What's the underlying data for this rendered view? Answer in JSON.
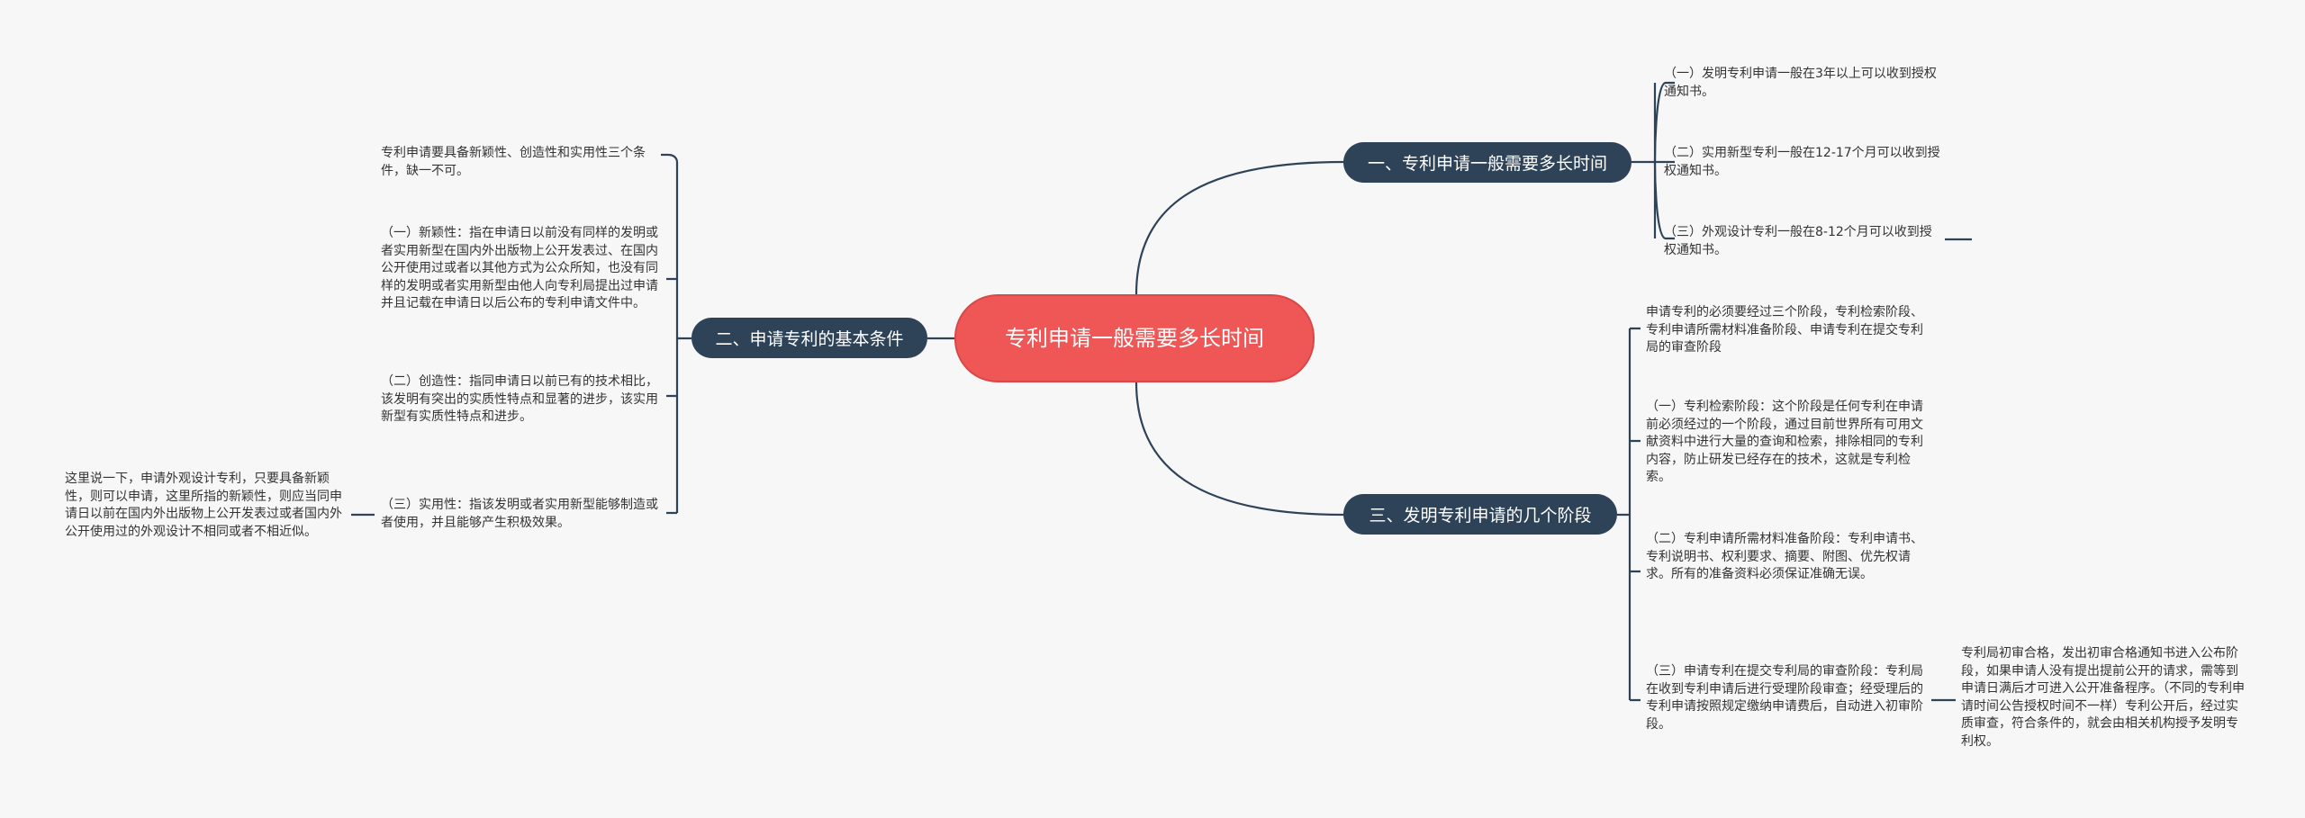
{
  "root": {
    "title": "专利申请一般需要多长时间"
  },
  "branches": [
    {
      "label": "一、专利申请一般需要多长时间"
    },
    {
      "label": "二、申请专利的基本条件"
    },
    {
      "label": "三、发明专利申请的几个阶段"
    }
  ],
  "b1_items": [
    "（一）发明专利申请一般在3年以上可以收到授权通知书。",
    "（二）实用新型专利一般在12-17个月可以收到授权通知书。",
    "（三）外观设计专利一般在8-12个月可以收到授权通知书。"
  ],
  "b2_items": [
    "专利申请要具备新颖性、创造性和实用性三个条件，缺一不可。",
    "（一）新颖性：指在申请日以前没有同样的发明或者实用新型在国内外出版物上公开发表过、在国内公开使用过或者以其他方式为公众所知，也没有同样的发明或者实用新型由他人向专利局提出过申请并且记载在申请日以后公布的专利申请文件中。",
    "（二）创造性：指同申请日以前已有的技术相比，该发明有突出的实质性特点和显著的进步，该实用新型有实质性特点和进步。",
    "（三）实用性：指该发明或者实用新型能够制造或者使用，并且能够产生积极效果。"
  ],
  "b2_note": "这里说一下，申请外观设计专利，只要具备新颖性，则可以申请，这里所指的新颖性，则应当同申请日以前在国内外出版物上公开发表过或者国内外公开使用过的外观设计不相同或者不相近似。",
  "b3_items": [
    "申请专利的必须要经过三个阶段，专利检索阶段、专利申请所需材料准备阶段、申请专利在提交专利局的审查阶段",
    "（一）专利检索阶段：这个阶段是任何专利在申请前必须经过的一个阶段，通过目前世界所有可用文献资料中进行大量的查询和检索，排除相同的专利内容，防止研发已经存在的技术，这就是专利检索。",
    "（二）专利申请所需材料准备阶段：专利申请书、专利说明书、权利要求、摘要、附图、优先权请求。所有的准备资料必须保证准确无误。",
    "（三）申请专利在提交专利局的审查阶段：专利局在收到专利申请后进行受理阶段审查；经受理后的专利申请按照规定缴纳申请费后，自动进入初审阶段。"
  ],
  "b3_note": "专利局初审合格，发出初审合格通知书进入公布阶段，如果申请人没有提出提前公开的请求，需等到申请日满后才可进入公开准备程序。（不同的专利申请时间公告授权时间不一样）专利公开后，经过实质审查，符合条件的，就会由相关机构授予发明专利权。",
  "colors": {
    "root": "#ef5757",
    "branch": "#2f4358",
    "link": "#2f4358",
    "text": "#333333",
    "background": "#f7f7f7"
  }
}
